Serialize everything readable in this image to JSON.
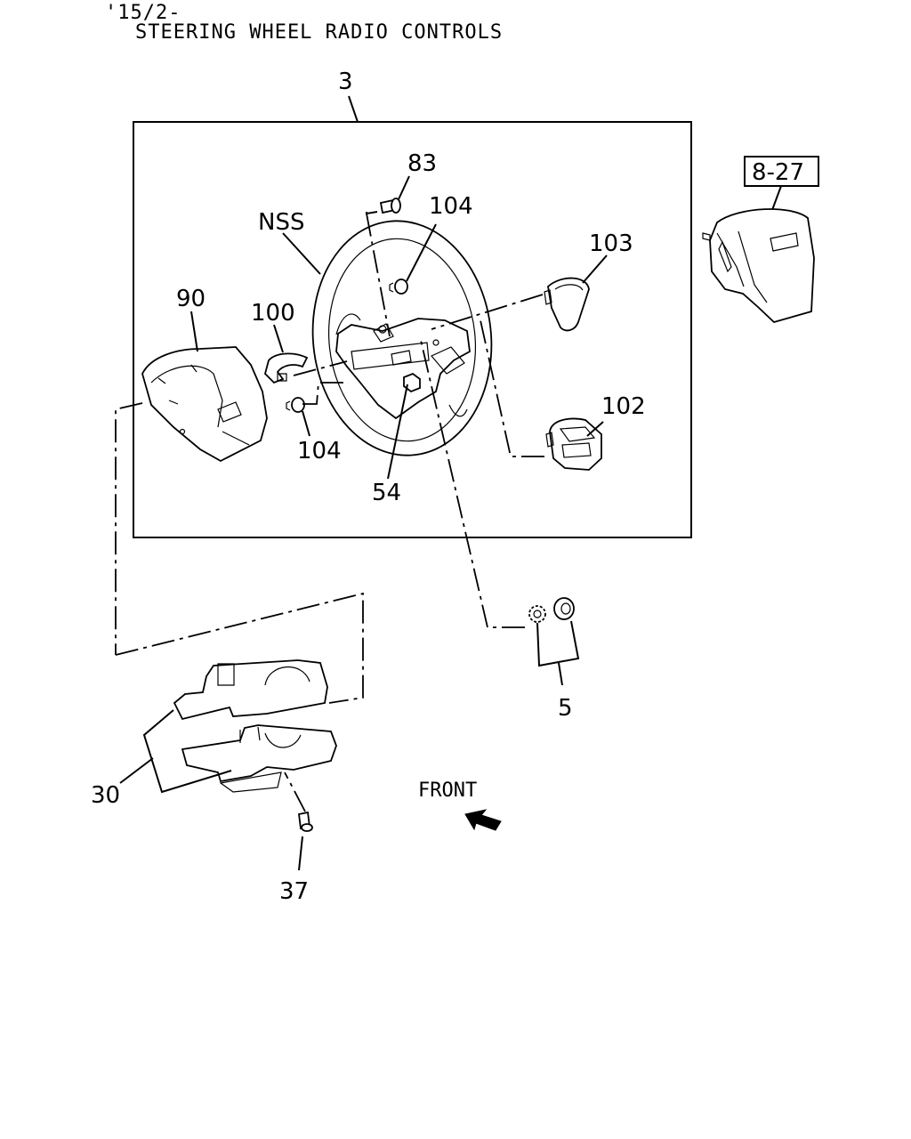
{
  "header": {
    "code": "'15/2-",
    "title": "STEERING WHEEL RADIO CONTROLS"
  },
  "callouts": {
    "assembly": "3",
    "ref_box": "8-27",
    "p83": "83",
    "p104_top": "104",
    "nss": "NSS",
    "p103": "103",
    "p90": "90",
    "p100": "100",
    "p104_bottom": "104",
    "p102": "102",
    "p54": "54",
    "p5": "5",
    "p30": "30",
    "p37": "37"
  },
  "direction": {
    "label": "FRONT",
    "icon": "arrow-up-left-icon"
  }
}
